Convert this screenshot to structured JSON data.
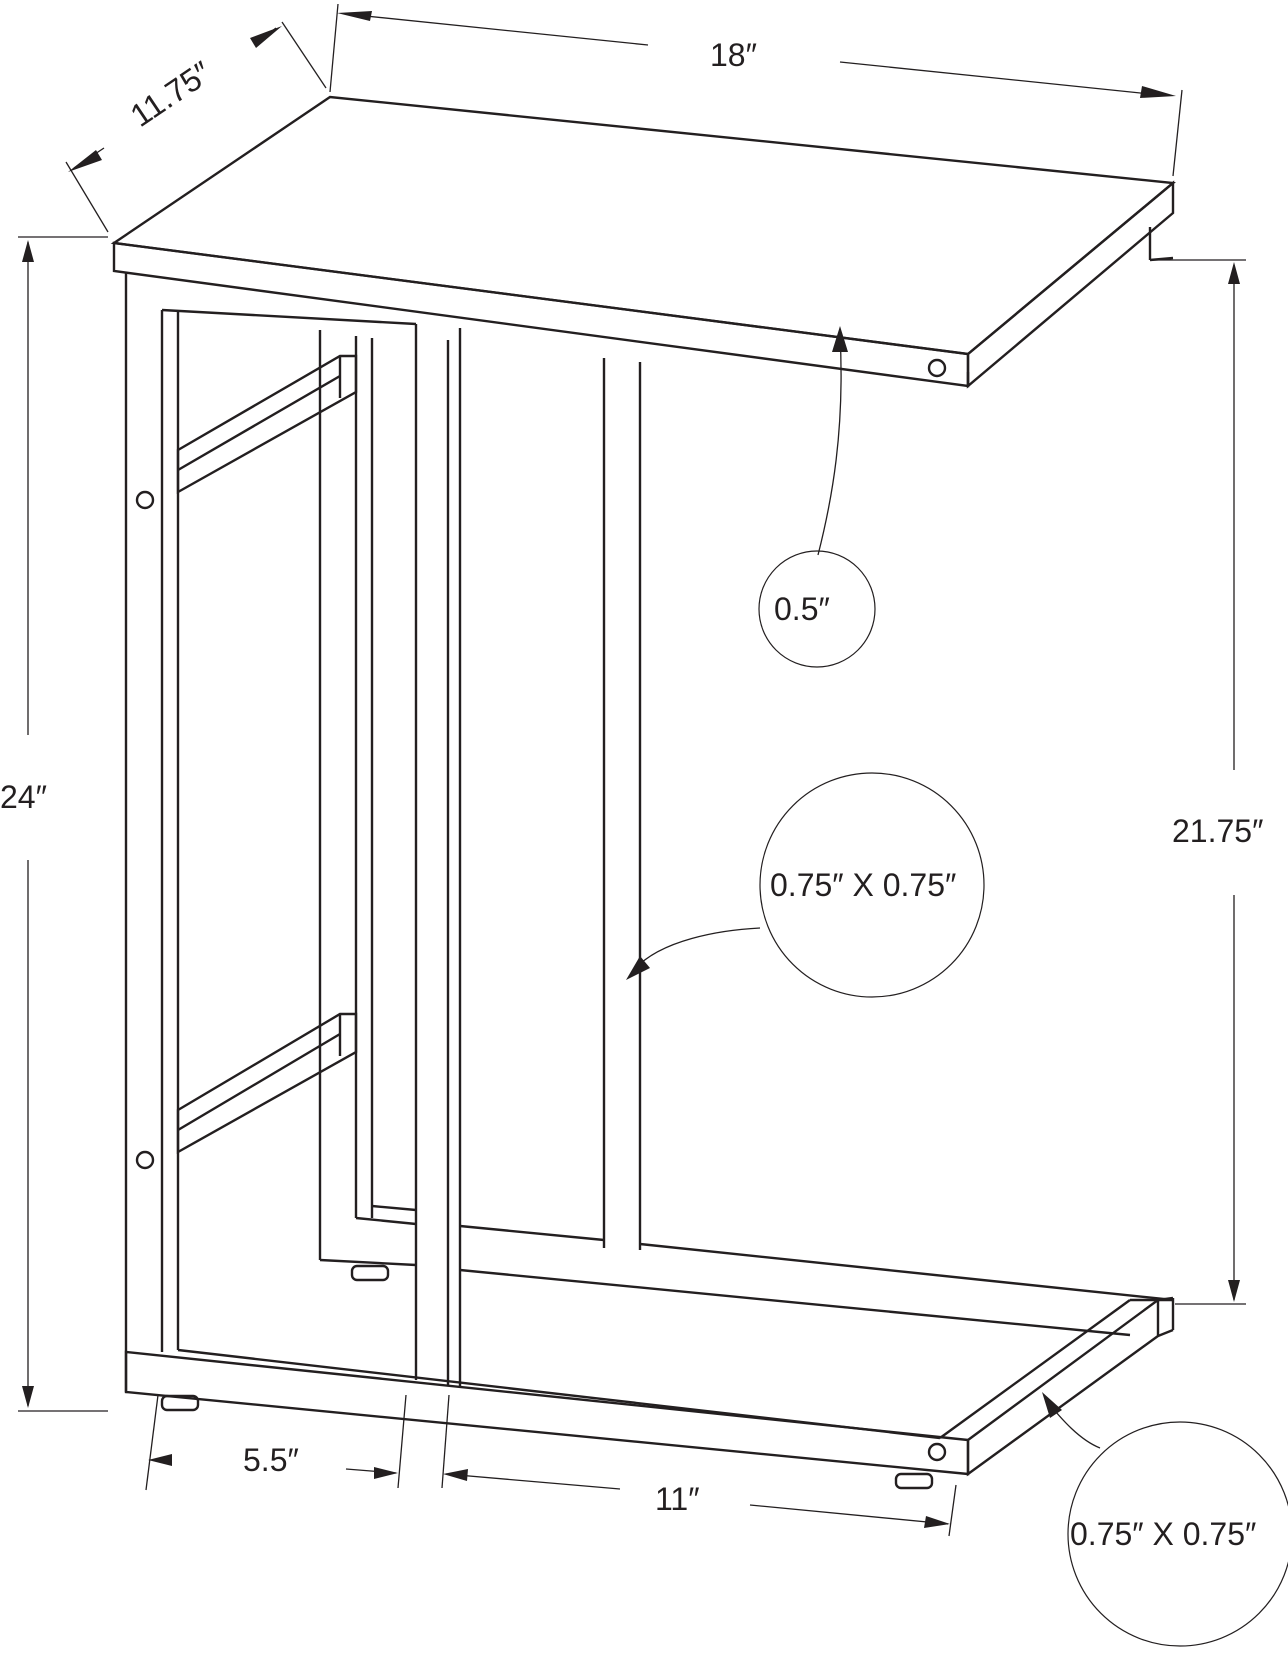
{
  "dimensions": {
    "width": "18″",
    "depth": "11.75″",
    "height": "24″",
    "clearance": "21.75″",
    "top_thickness": "0.5″",
    "upright_tube": "0.75″ X 0.75″",
    "base_tube": "0.75″ X 0.75″",
    "base_offset": "5.5″",
    "base_span": "11″"
  }
}
